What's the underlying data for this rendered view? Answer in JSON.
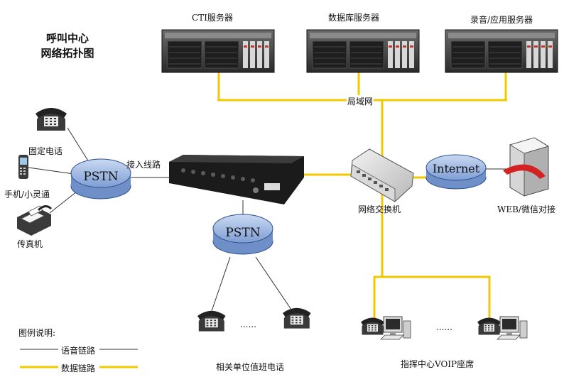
{
  "title": {
    "line1": "呼叫中心",
    "line2": "网络拓扑图"
  },
  "servers": [
    {
      "label": "CTI服务器"
    },
    {
      "label": "数据库服务器"
    },
    {
      "label": "录音/应用服务器"
    }
  ],
  "lan_label": "局域网",
  "pstn_left": {
    "label": "PSTN"
  },
  "pstn_bottom": {
    "label": "PSTN"
  },
  "internet": {
    "label": "Internet"
  },
  "access_line_label": "接入线路",
  "fixed_phone_label": "固定电话",
  "mobile_label": "手机/小灵通",
  "fax_label": "传真机",
  "switch_label": "网络交换机",
  "web_label": "WEB/微信对接",
  "unit_phones_label": "相关单位值班电话",
  "unit_ellipsis": "......",
  "agents_label": "指挥中心VOIP座席",
  "agents_ellipsis": "......",
  "legend": {
    "title": "图例说明:",
    "voice_label": "语音链路",
    "data_label": "数据链路",
    "voice_color": "#333333",
    "data_color": "#F2C800"
  }
}
